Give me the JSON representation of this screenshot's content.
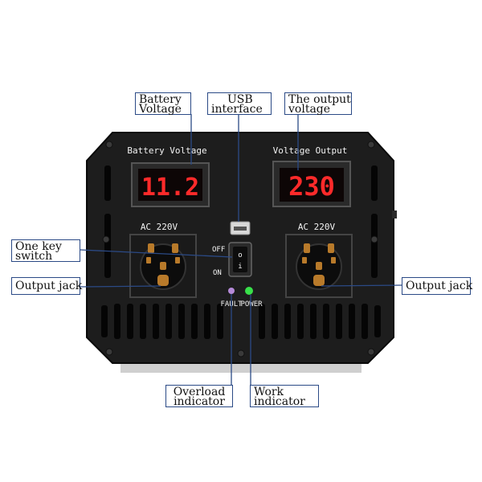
{
  "panel": {
    "battery_voltage_label": "Battery Voltage",
    "voltage_output_label": "Voltage Output",
    "battery_reading": "11.2",
    "output_reading": "230",
    "outlet_left_label": "AC 220V",
    "outlet_right_label": "AC 220V",
    "switch_off_label": "OFF",
    "switch_on_label": "ON",
    "fault_label": "FAULT",
    "power_label": "POWER",
    "switch_top_mark": "o",
    "switch_bottom_mark": "i"
  },
  "callouts": {
    "battery_voltage": [
      "Battery",
      "Voltage"
    ],
    "usb_interface": [
      "USB",
      "interface"
    ],
    "output_voltage": [
      "The output",
      "voltage"
    ],
    "one_key_switch": [
      "One key",
      "switch"
    ],
    "output_jack_left": [
      "Output jack"
    ],
    "output_jack_right": [
      "Output jack"
    ],
    "overload_indicator": [
      "Overload",
      "indicator"
    ],
    "work_indicator": [
      "Work",
      "indicator"
    ]
  },
  "colors": {
    "case": "#1c1c1c",
    "display_digits": "#ff2a2a",
    "leader_line": "#2b4a86",
    "power_led": "#38e04a",
    "fault_led": "#b58ad8"
  }
}
